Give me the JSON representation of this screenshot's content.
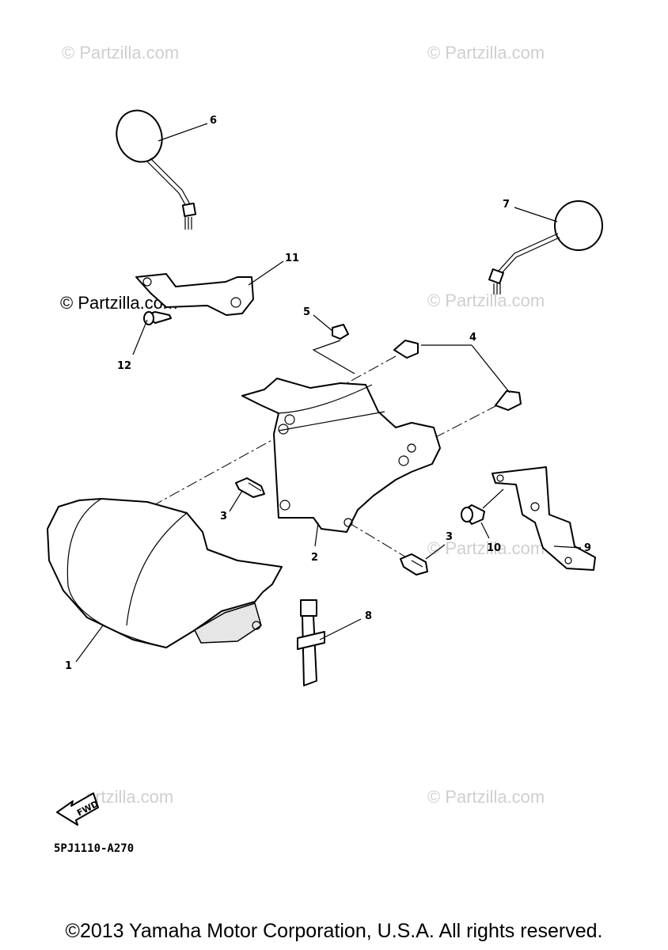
{
  "watermarks": {
    "text": "© Partzilla.com",
    "fragment": "artzilla.com"
  },
  "callouts": [
    "1",
    "2",
    "3",
    "3",
    "4",
    "5",
    "6",
    "7",
    "8",
    "9",
    "10",
    "11",
    "12"
  ],
  "fwd_label": "FWD",
  "diagram_code": "5PJ1110-A270",
  "copyright": "©2013 Yamaha Motor Corporation, U.S.A. All rights reserved."
}
